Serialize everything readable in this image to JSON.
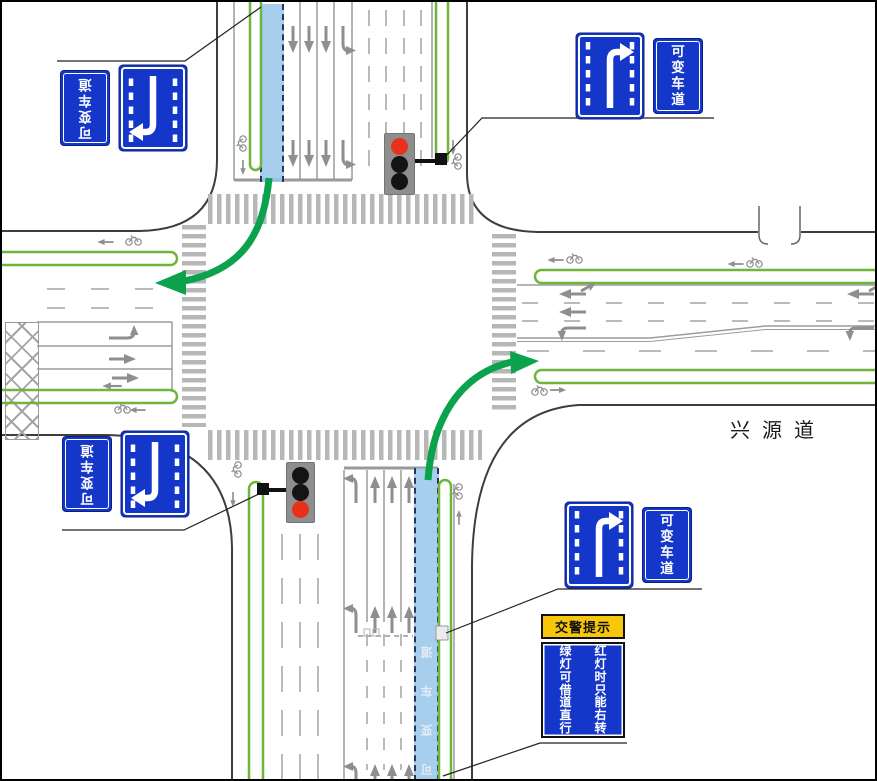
{
  "road_name": "兴源道",
  "signs": {
    "variable_lane_text": "可变车道",
    "tip_header": "交警提示",
    "tip_left_col": "绿灯可借道直行",
    "tip_right_col": "红灯时只能右转"
  },
  "pavement": {
    "variable_lane_marking": "道车变可"
  },
  "traffic_lights": {
    "north_state": "red",
    "south_state": "red"
  },
  "colors": {
    "sign_blue": "#1537c9",
    "tip_yellow": "#f6c70a",
    "variable_lane_blue": "#94c3e9",
    "guide_arrow_green": "#0aa24d",
    "lane_marking_green": "#6fb53c"
  }
}
